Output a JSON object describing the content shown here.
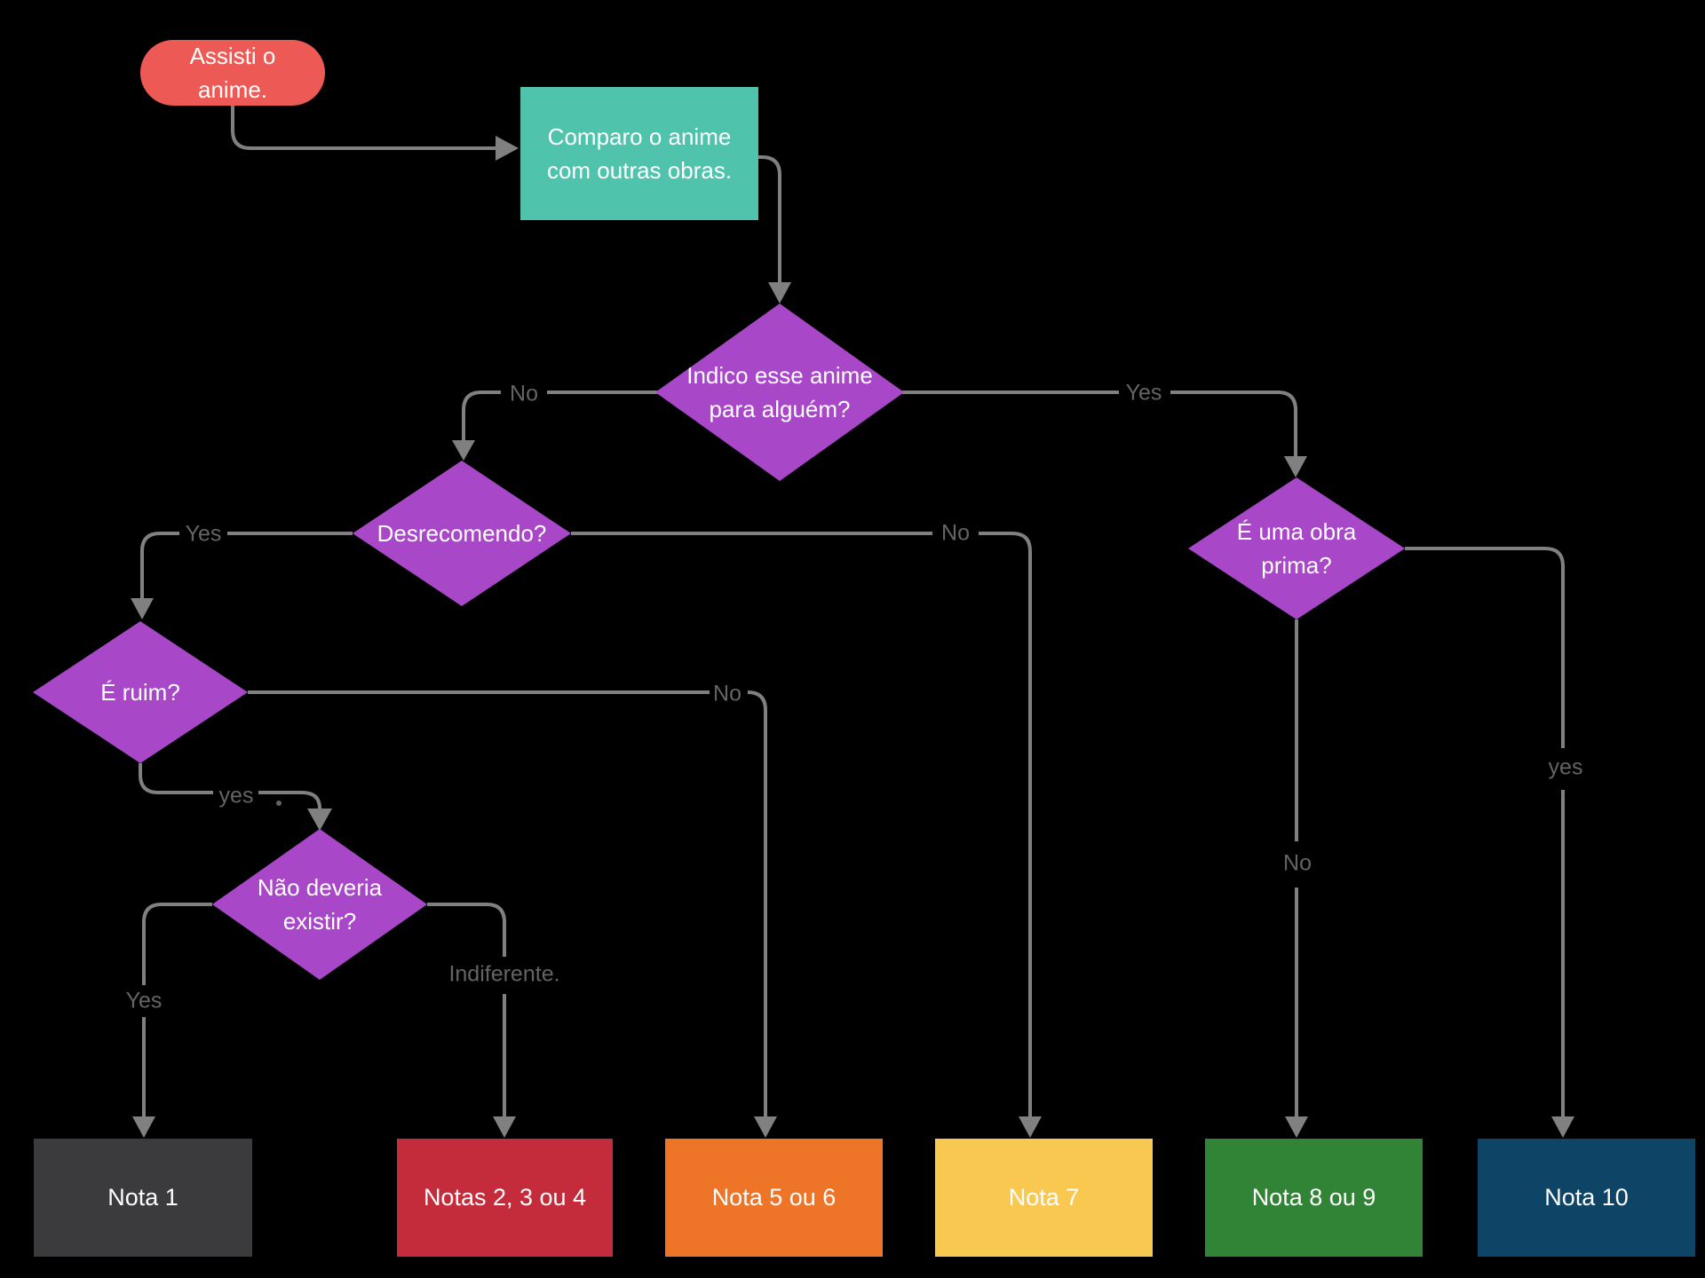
{
  "nodes": {
    "start": {
      "type": "terminator",
      "label": "Assisti o anime.",
      "color": "#ed5a55"
    },
    "compare": {
      "type": "process",
      "label": "Comparo o anime com outras obras.",
      "color": "#4fc3ab"
    },
    "indico": {
      "type": "decision",
      "label": "Indico esse anime para alguém?",
      "color": "#a847c8"
    },
    "desrecomendo": {
      "type": "decision",
      "label": "Desrecomendo?",
      "color": "#a847c8"
    },
    "e_ruim": {
      "type": "decision",
      "label": "É ruim?",
      "color": "#a847c8"
    },
    "nao_deveria": {
      "type": "decision",
      "label": "Não deveria existir?",
      "color": "#a847c8"
    },
    "obra_prima": {
      "type": "decision",
      "label": "É uma obra prima?",
      "color": "#a847c8"
    }
  },
  "edge_labels": {
    "indico_no": "No",
    "indico_yes": "Yes",
    "desrecomendo_yes": "Yes",
    "desrecomendo_no": "No",
    "e_ruim_no": "No",
    "e_ruim_yes": "yes",
    "nao_deveria_yes": "Yes",
    "nao_deveria_indiferente": "Indiferente.",
    "obra_prima_no": "No",
    "obra_prima_yes": "yes"
  },
  "stray_marks": {
    "after_e_ruim_yes": ".",
    "inside_nota_7": "."
  },
  "results": [
    {
      "label": "Nota 1",
      "color": "#3b3b3d"
    },
    {
      "label": "Notas 2, 3 ou 4",
      "color": "#c42b3b"
    },
    {
      "label": "Nota 5 ou 6",
      "color": "#ee7428"
    },
    {
      "label": "Nota 7",
      "color": "#f9c850"
    },
    {
      "label": "Nota 8 ou 9",
      "color": "#318336"
    },
    {
      "label": "Nota 10",
      "color": "#0e4465"
    }
  ],
  "style": {
    "background": "#000000",
    "connector_color": "#808080",
    "edge_label_color": "#646464",
    "node_text_color": "#ffffff"
  }
}
